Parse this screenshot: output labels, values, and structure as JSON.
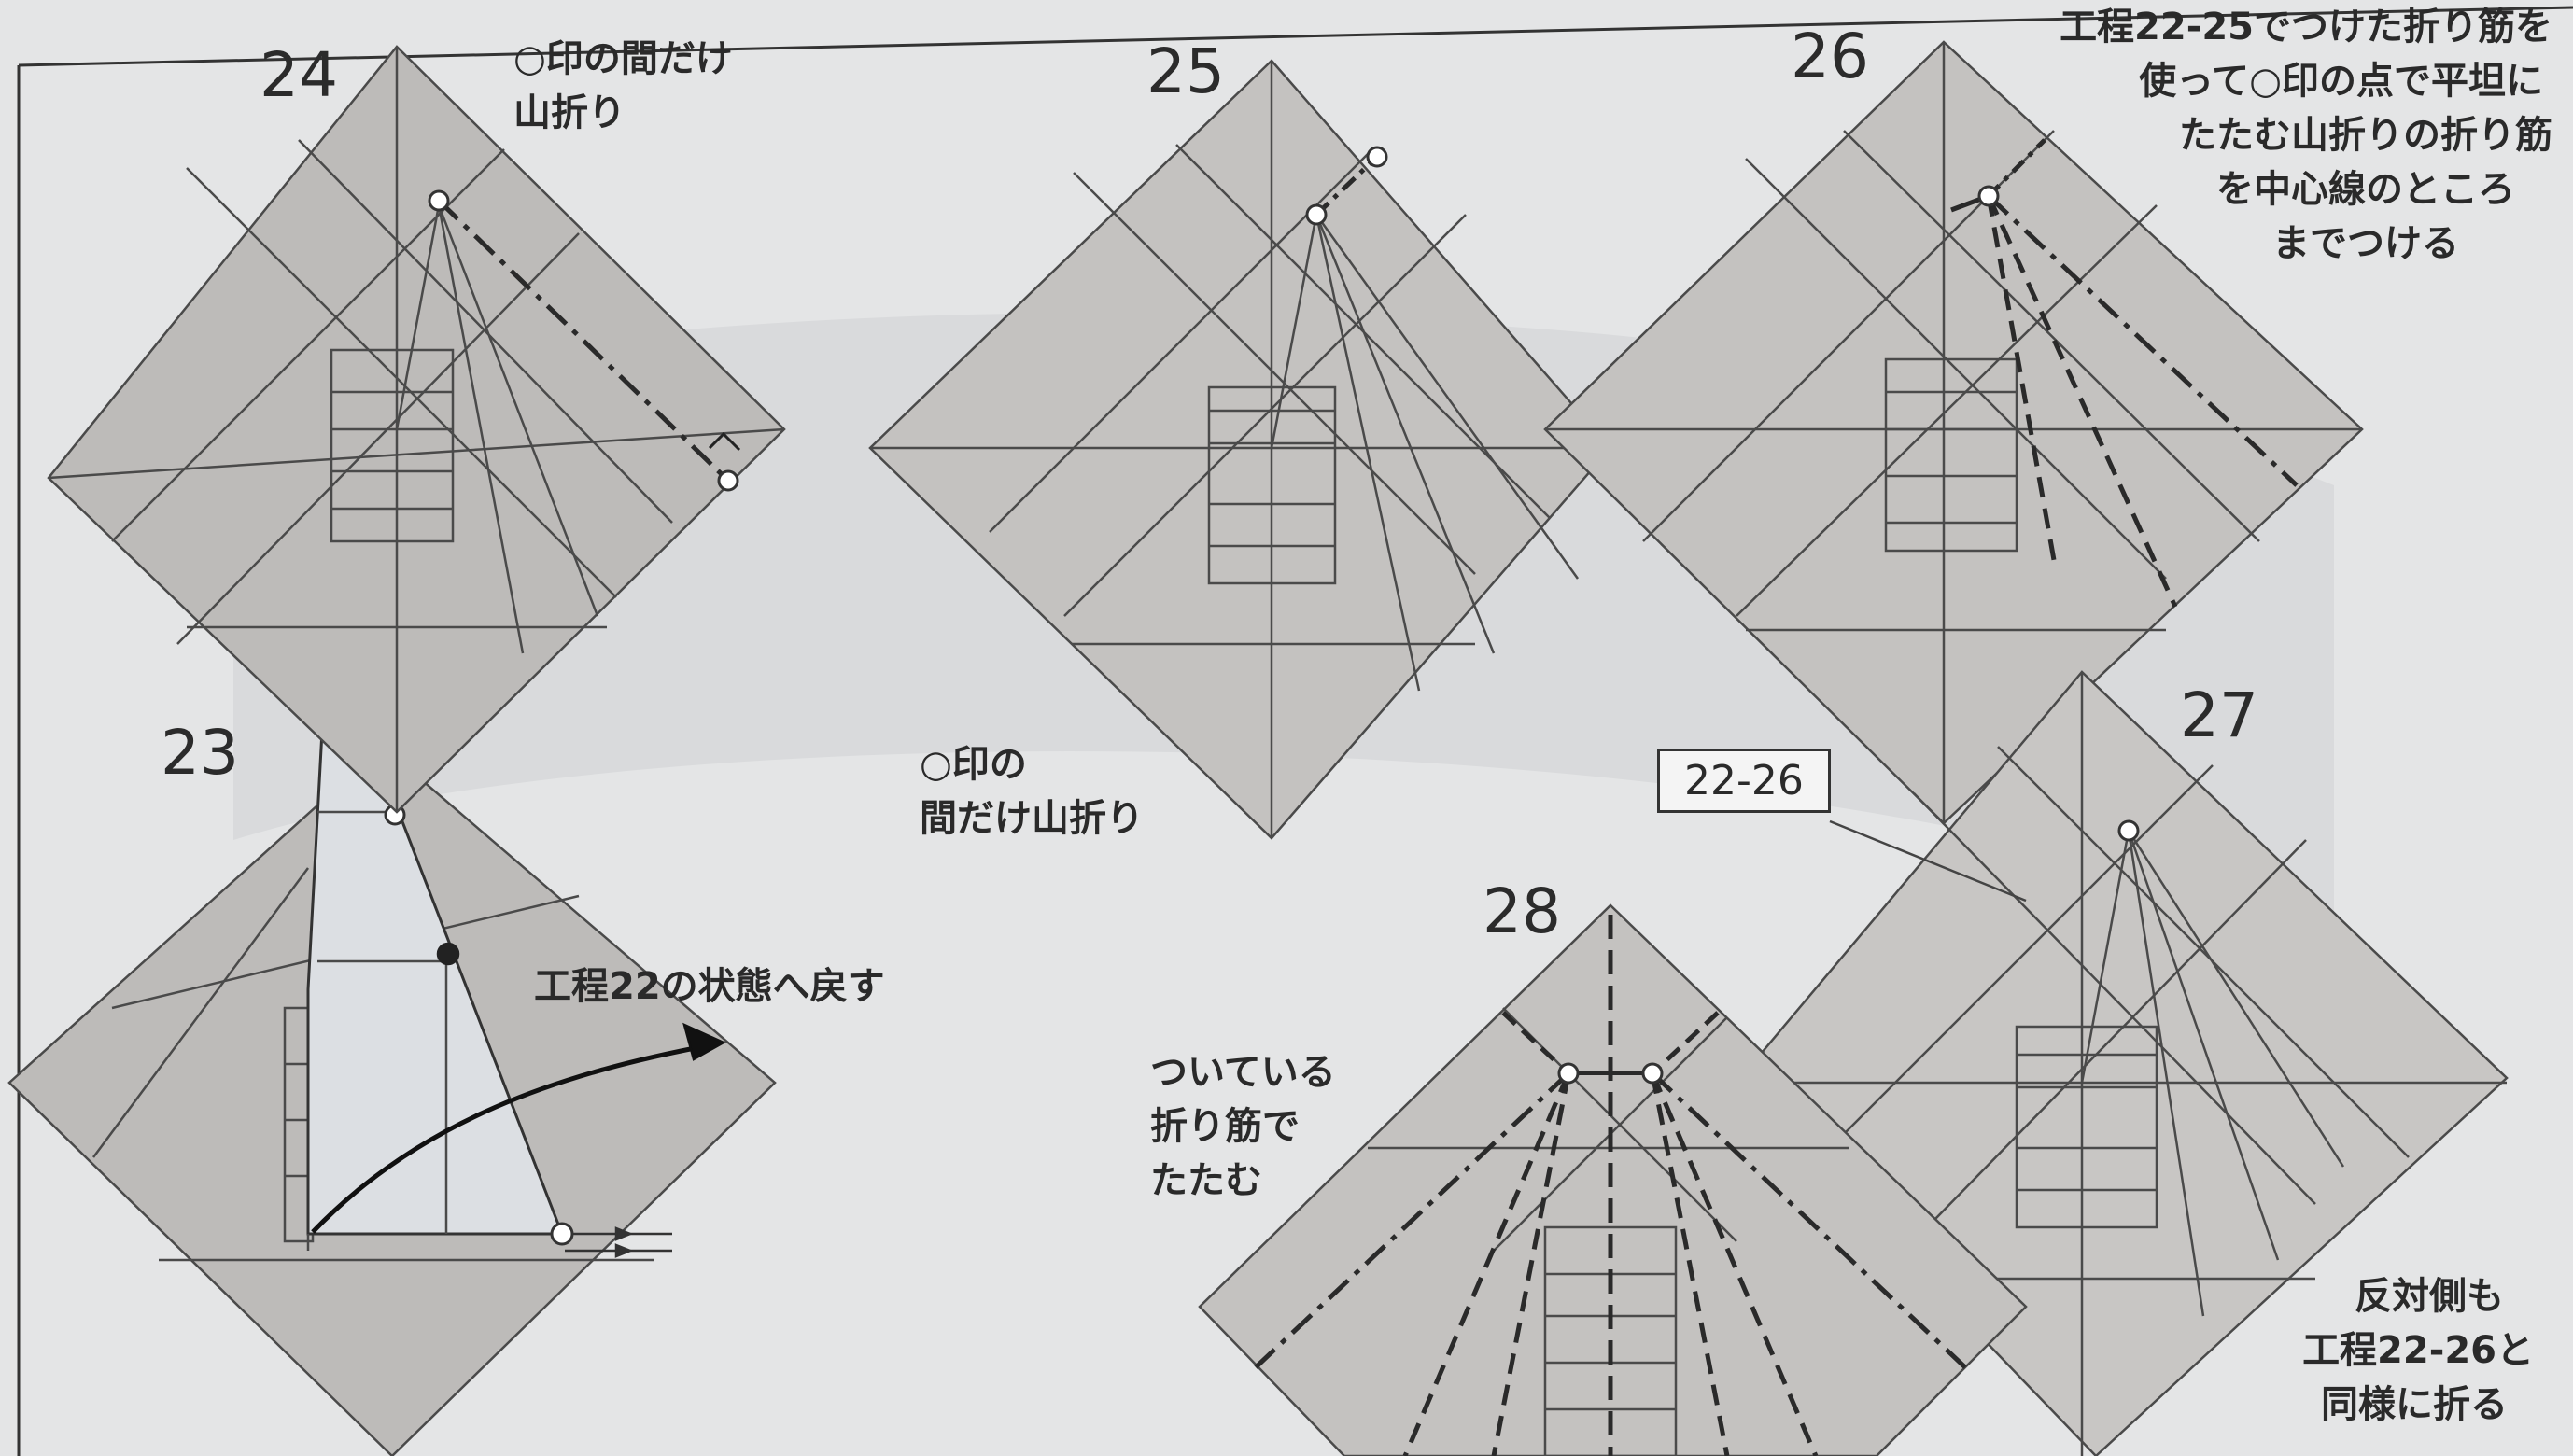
{
  "steps": {
    "s23": "23",
    "s24": "24",
    "s25": "25",
    "s26": "26",
    "s27": "27",
    "s28": "28"
  },
  "notes": {
    "n24": [
      "○印の間だけ",
      "山折り"
    ],
    "n25": [
      "○印の",
      "間だけ山折り"
    ],
    "n26": [
      "工程22-25でつけた折り筋を",
      "使って○印の点で平坦に",
      "たたむ山折りの折り筋",
      "を中心線のところ",
      "までつける"
    ],
    "n23": "工程22の状態へ戻す",
    "n28": [
      "ついている",
      "折り筋で",
      "たたむ"
    ],
    "n27": [
      "反対側も",
      "工程22-26と",
      "同様に折る"
    ]
  },
  "ref_box": "22-26"
}
